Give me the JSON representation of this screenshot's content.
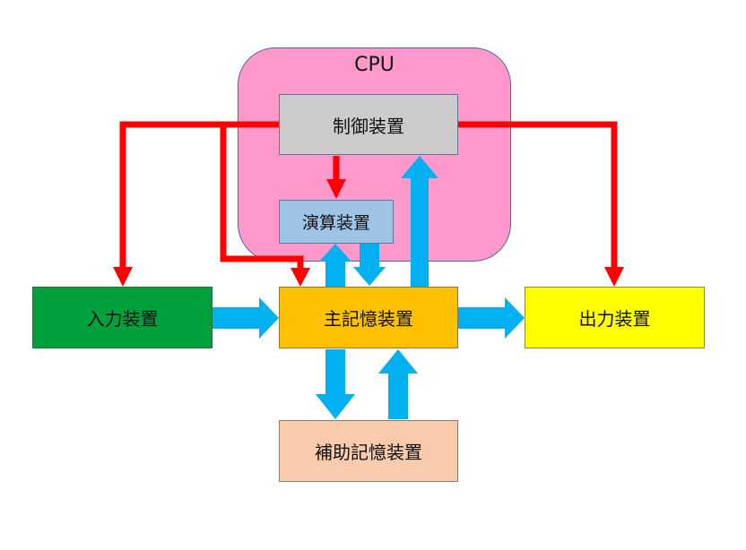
{
  "cpu": {
    "label": "CPU"
  },
  "control_unit": {
    "label": "制御装置"
  },
  "alu": {
    "label": "演算装置"
  },
  "input_device": {
    "label": "入力装置"
  },
  "main_memory": {
    "label": "主記憶装置"
  },
  "output_device": {
    "label": "出力装置"
  },
  "auxiliary_storage": {
    "label": "補助記憶装置"
  },
  "colors": {
    "control_signal": "#ff0000",
    "data_flow": "#00b0f0",
    "cpu": "#ff99cc",
    "control_unit": "#cecbcd",
    "alu": "#9dc3e6",
    "input_device": "#00a03c",
    "main_memory": "#ffc000",
    "output_device": "#ffff00",
    "auxiliary_storage": "#f8cbad"
  }
}
